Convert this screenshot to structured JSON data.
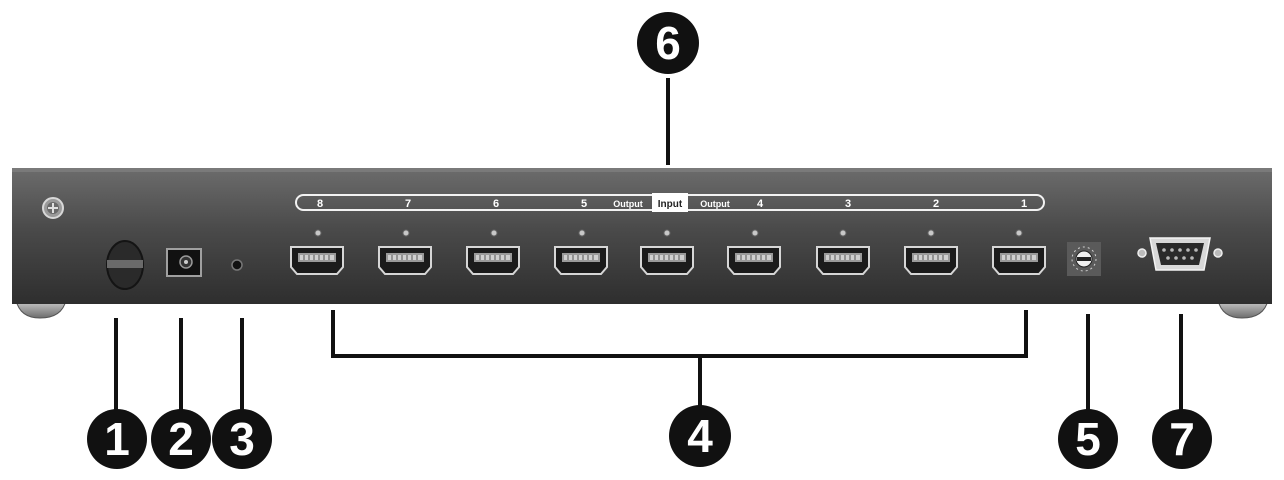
{
  "callouts": {
    "c1": "1",
    "c2": "2",
    "c3": "3",
    "c4": "4",
    "c5": "5",
    "c6": "6",
    "c7": "7"
  },
  "port_bar": {
    "numbers_left": [
      "8",
      "7",
      "6",
      "5"
    ],
    "output_left": "Output",
    "input": "Input",
    "output_right": "Output",
    "numbers_right": [
      "4",
      "3",
      "2",
      "1"
    ]
  },
  "colors": {
    "panel_top": "#6a6a6a",
    "panel_mid": "#474747",
    "panel_bottom": "#2f2f2f",
    "callout_fill": "#111111",
    "line": "#111111"
  }
}
